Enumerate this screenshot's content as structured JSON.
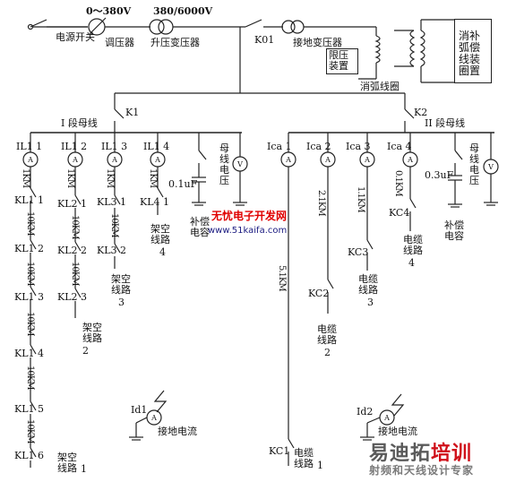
{
  "top": {
    "power_switch": "电源开关",
    "regulator_range": "0～380V",
    "regulator": "调压器",
    "stepup_range": "380/6000V",
    "stepup": "升压变压器",
    "k01": "K01",
    "ground_tx": "接地变压器",
    "arc_coil": "消弧线圈",
    "limit_res": "限压\n装置",
    "comp_device": "消补\n弧偿\n线装\n圈置"
  },
  "bus1": {
    "k": "K1",
    "name": "I 段母线",
    "ammeters": [
      "IL1 1",
      "IL1 2",
      "IL1 3",
      "IL1 4"
    ],
    "cap": "0.1uF",
    "bus_v": "母\n线\n电\n压",
    "comp_cap": "补偿\n电容",
    "overhead_label": "架空\n线路",
    "lengths": [
      "1KM",
      "1KM",
      "1KM",
      "1KM",
      "10KM",
      "10KM",
      "10KM",
      "10KM",
      "10KM",
      "10KM"
    ],
    "switches": [
      "KL1 1",
      "KL1 2",
      "KL1 3",
      "KL1 4",
      "KL1 5",
      "KL1 6",
      "KL2 1",
      "KL2 2",
      "KL2 3",
      "KL3 1",
      "KL3 2",
      "KL4 1"
    ],
    "line_nums": [
      "1",
      "2",
      "3",
      "4"
    ],
    "earth": "接地电流",
    "id": "Id1"
  },
  "bus2": {
    "k": "K2",
    "name": "II 段母线",
    "ammeters": [
      "Ica 1",
      "Ica 2",
      "Ica 3",
      "Ica 4"
    ],
    "cap": "0.3uF",
    "bus_v": "母\n线\n电\n压",
    "comp_cap": "补偿\n电容",
    "cable_label": "电缆\n线路",
    "lengths": [
      "5.1KM",
      "2.1KM",
      "1.1KM",
      "0.1KM"
    ],
    "switches": [
      "KC1",
      "KC2",
      "KC3",
      "KC4"
    ],
    "line_nums": [
      "1",
      "2",
      "3",
      "4"
    ],
    "earth": "接地电流",
    "id": "Id2"
  },
  "watermark": {
    "title": "无忧电子开发网",
    "url": "www.51kaifa.com",
    "brand_a": "易迪拓",
    "brand_b": "培训",
    "brand_sub": "射频和天线设计专家"
  }
}
